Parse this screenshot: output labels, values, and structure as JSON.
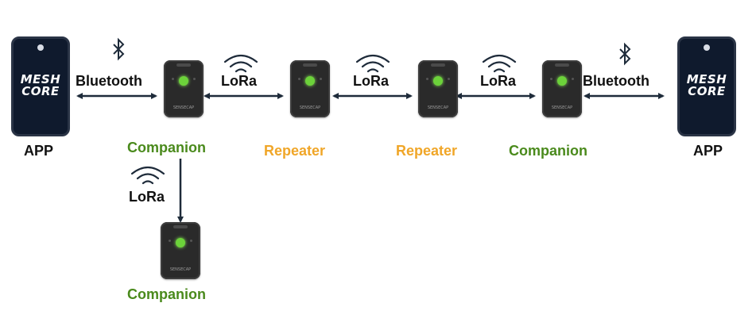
{
  "app_label": "APP",
  "phone_logo_line1": "MESH",
  "phone_logo_line2": "CORE",
  "device_brand": "SENSECAP",
  "links": {
    "bluetooth": "Bluetooth",
    "lora": "LoRa"
  },
  "roles": {
    "companion": "Companion",
    "repeater": "Repeater"
  },
  "colors": {
    "companion": "#4a8a1c",
    "repeater": "#f0a628",
    "phone": "#0f1a2d",
    "arrow": "#1e2b3a"
  },
  "icons": [
    "bluetooth-icon",
    "wifi-signal-icon"
  ]
}
